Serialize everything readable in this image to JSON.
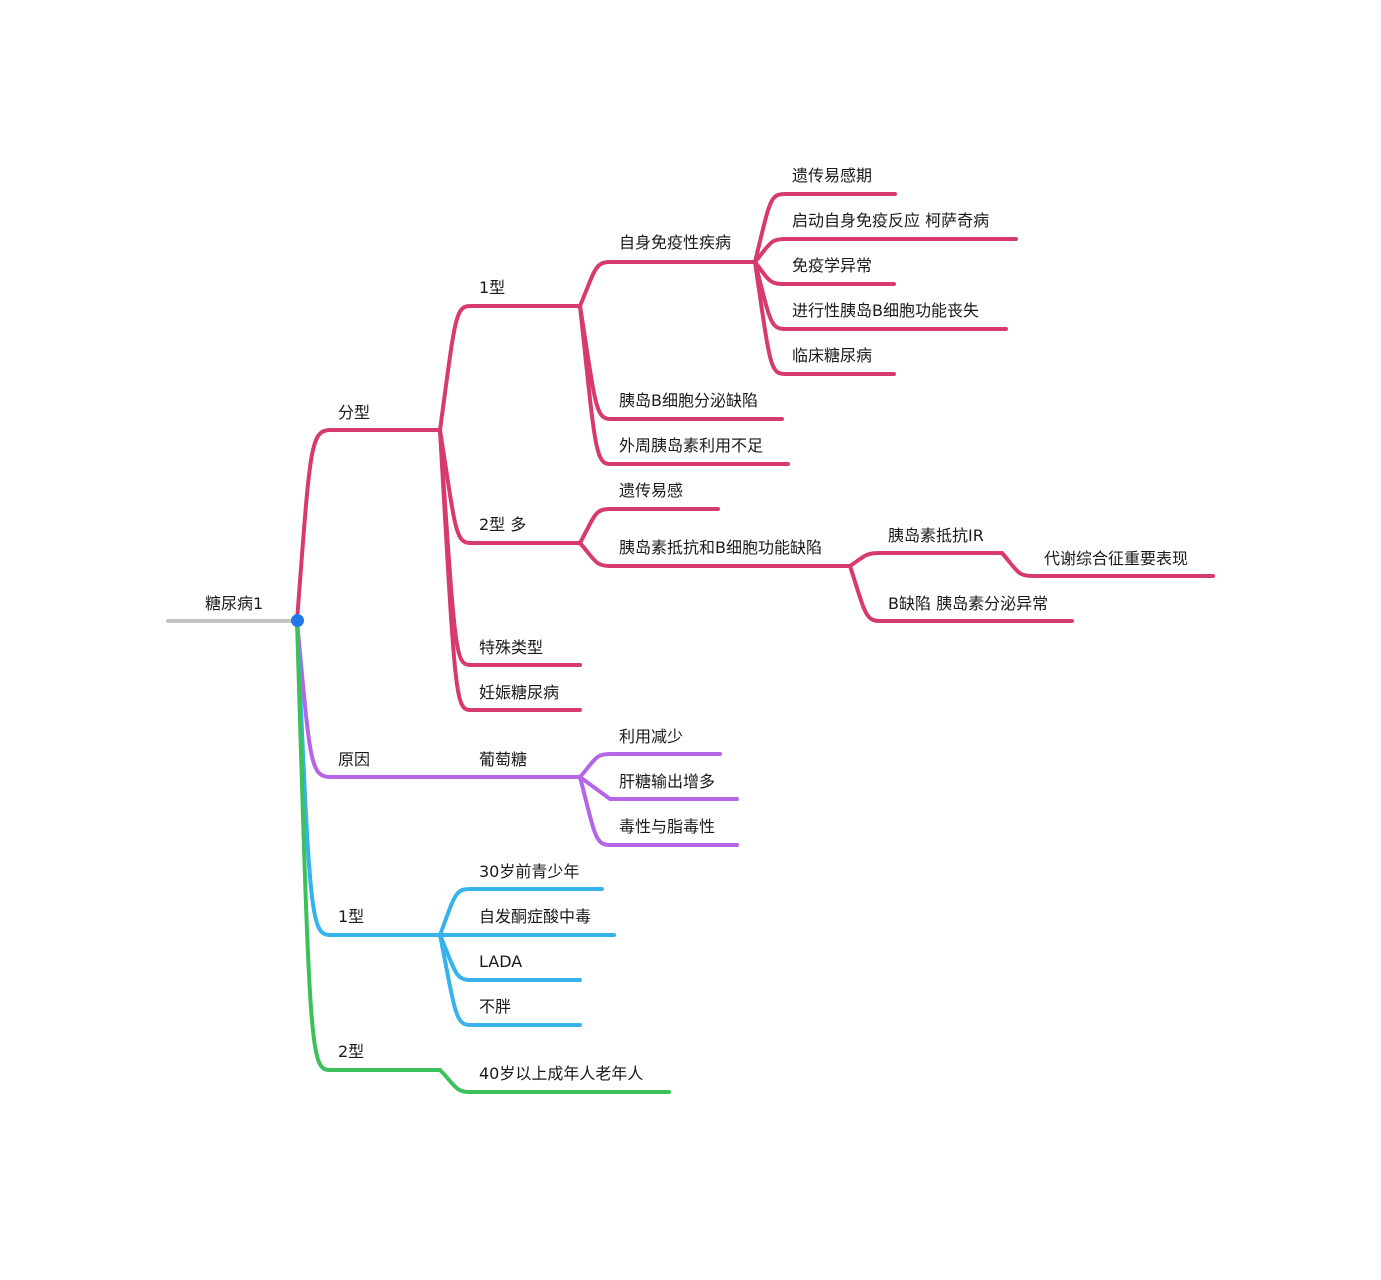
{
  "colors": {
    "root_line": "#c4c4c4",
    "root_dot": "#1f7ae8",
    "classification": "#d63a6e",
    "causes": "#b565e6",
    "type1": "#36b3ec",
    "type2": "#3cc15a"
  },
  "root": {
    "label": "糖尿病1"
  },
  "nodes": {
    "classification": "分型",
    "t1": "1型",
    "autoimmune": "自身免疫性疾病",
    "genetic_period": "遗传易感期",
    "start_immune": "启动自身免疫反应 柯萨奇病",
    "immune_abnormal": "免疫学异常",
    "progressive_loss": "进行性胰岛B细胞功能丧失",
    "clinical_dm": "临床糖尿病",
    "beta_secretion": "胰岛B细胞分泌缺陷",
    "peripheral": "外周胰岛素利用不足",
    "t2": "2型 多",
    "genetic": "遗传易感",
    "ir_beta": "胰岛素抵抗和B细胞功能缺陷",
    "ir": "胰岛素抵抗IR",
    "metabolic": "代谢综合征重要表现",
    "b_defect": "B缺陷 胰岛素分泌异常",
    "special": "特殊类型",
    "gestational": "妊娠糖尿病",
    "causes": "原因",
    "glucose": "葡萄糖",
    "use_decrease": "利用减少",
    "liver_output": "肝糖输出增多",
    "toxicity": "毒性与脂毒性",
    "type1": "1型",
    "age30": "30岁前青少年",
    "ketoacidosis": "自发酮症酸中毒",
    "lada": "LADA",
    "not_fat": "不胖",
    "type2": "2型",
    "age40": "40岁以上成年人老年人"
  }
}
